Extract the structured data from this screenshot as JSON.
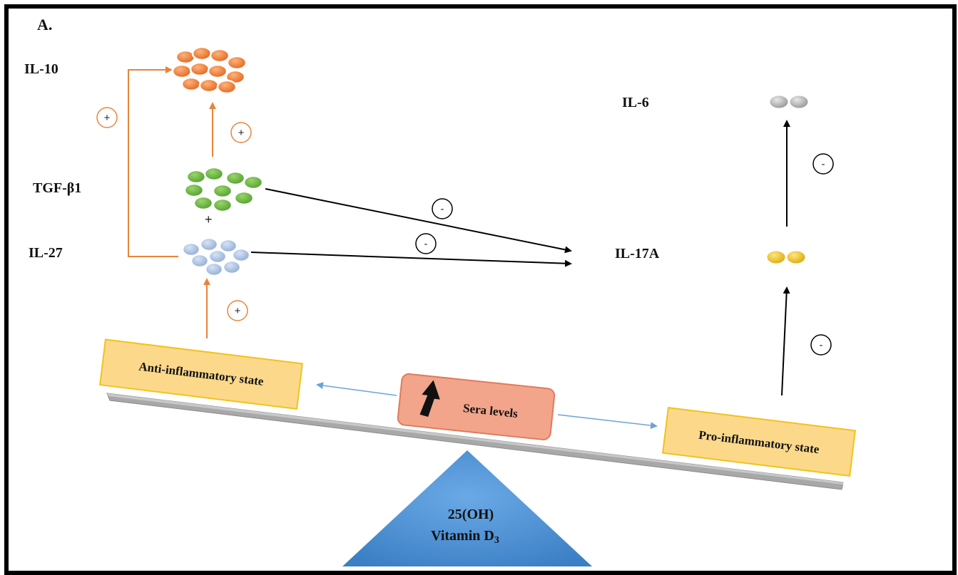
{
  "panel_label": "A.",
  "cytokines": {
    "il10": "IL-10",
    "tgfb1": "TGF-β1",
    "il27": "IL-27",
    "il6": "IL-6",
    "il17a": "IL-17A"
  },
  "plus_between": "+",
  "signs": {
    "il27_to_il10": "+",
    "tgfb1_to_il10": "+",
    "state_to_il27": "+",
    "tgfb1_to_il17a": "-",
    "il27_to_il17a": "-",
    "il17a_to_il6": "-",
    "state_to_il17a": "-"
  },
  "states": {
    "anti": "Anti-inflammatory state",
    "pro": "Pro-inflammatory state"
  },
  "center": {
    "sera_label": "Sera levels",
    "vitamin_line1": "25(OH)",
    "vitamin_line2": "Vitamin D",
    "vitamin_sub": "3"
  },
  "colors": {
    "orange_arrow": "#e8843a",
    "anti_box": "#fcd98a",
    "pro_box": "#fcd98a",
    "sera_box": "#f2a58a",
    "triangle": "#4b8fd1",
    "blue_arrow": "#6aa3d8",
    "beam": "#a8a8a8"
  }
}
